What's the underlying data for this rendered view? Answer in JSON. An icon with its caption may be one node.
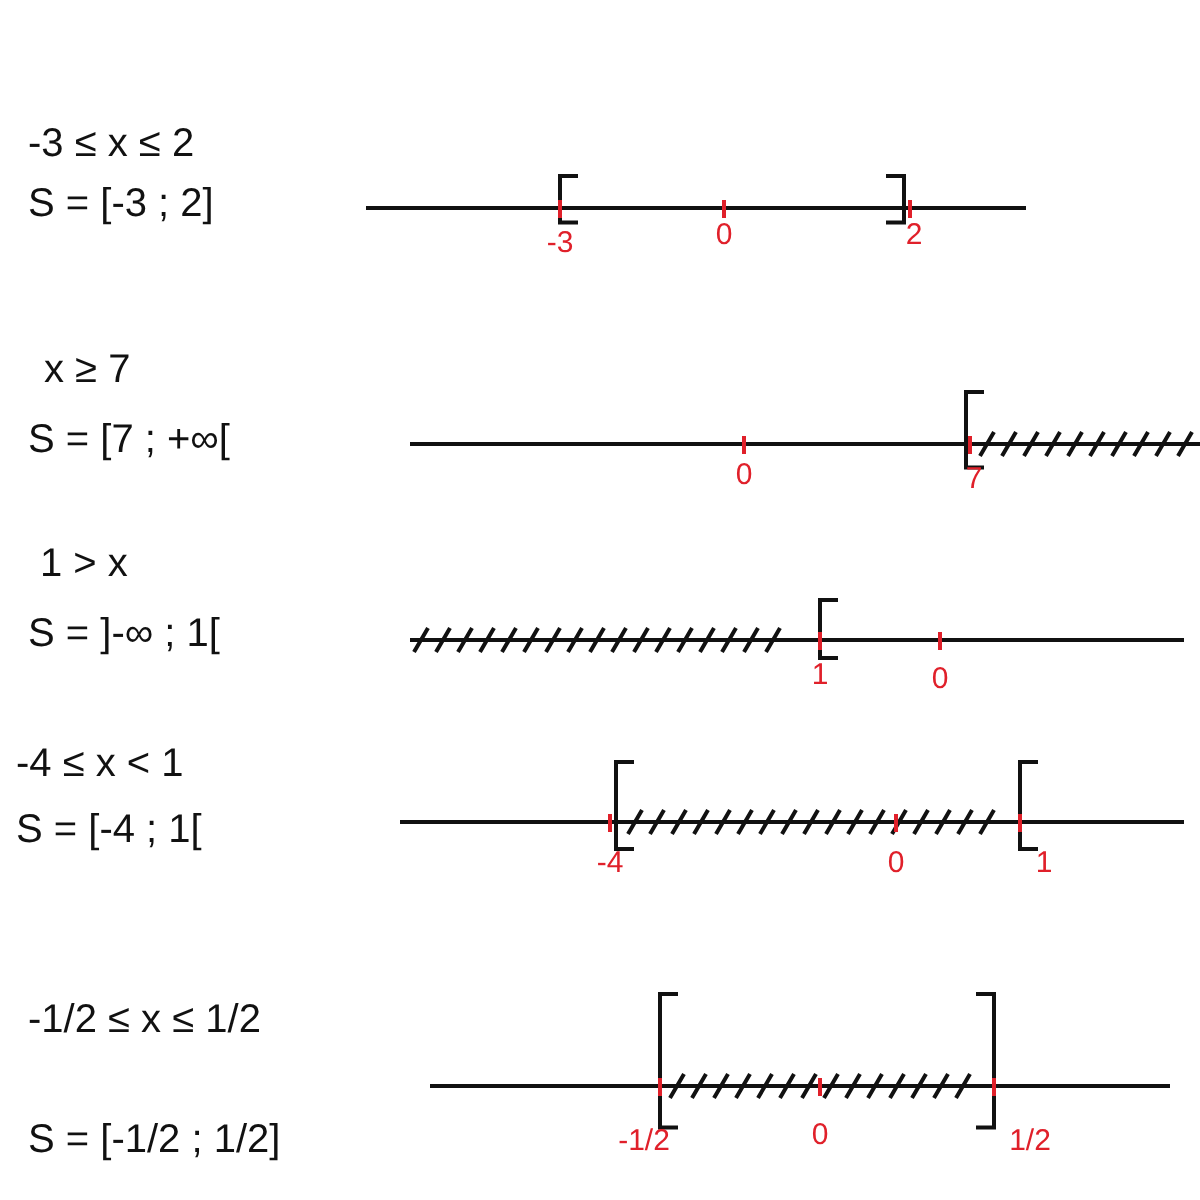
{
  "diagram": {
    "labels": [
      "-3 ≤ x ≤ 2",
      "S = [-3 ; 2]",
      "-3",
      "0",
      "2",
      "x ≥ 7",
      "S = [7 ; +∞[",
      "0",
      "7",
      "1 > x",
      "S = ]-∞ ; 1[",
      "1",
      "0",
      "-4 ≤ x < 1",
      "S = [-4 ; 1[",
      "-4",
      "0",
      "1",
      "-1/2 ≤ x ≤ 1/2",
      "S = [-1/2 ; 1/2]",
      "-1/2",
      "0",
      "1/2"
    ]
  }
}
